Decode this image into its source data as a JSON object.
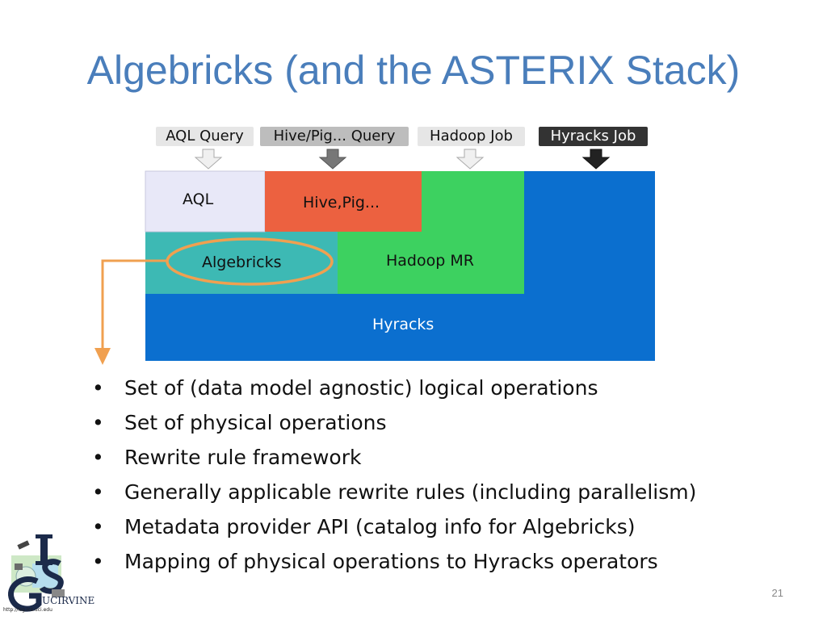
{
  "slide": {
    "title": "Algebricks (and the ASTERIX Stack)",
    "page_number": "21"
  },
  "diagram": {
    "inputs": [
      {
        "label": "AQL Query",
        "style": "light"
      },
      {
        "label": "Hive/Pig... Query",
        "style": "mid"
      },
      {
        "label": "Hadoop Job",
        "style": "light"
      },
      {
        "label": "Hyracks Job",
        "style": "dark"
      }
    ],
    "layers": {
      "aql": "AQL",
      "hive_pig": "Hive,Pig...",
      "algebricks": "Algebricks",
      "hadoop_mr": "Hadoop MR",
      "hyracks": "Hyracks"
    },
    "colors": {
      "aql": "#e8e8f8",
      "hive_pig": "#ec6140",
      "algebricks": "#3db9b4",
      "hadoop_mr": "#3dd160",
      "hyracks": "#0b6fcf",
      "highlight": "#f0a050"
    }
  },
  "bullets": [
    "Set of (data model agnostic) logical operations",
    "Set of physical operations",
    "Rewrite rule framework",
    "Generally applicable rewrite rules (including parallelism)",
    "Metadata provider API (catalog info for Algebricks)",
    "Mapping of physical operations to Hyracks operators"
  ],
  "logo": {
    "letters": "ISG",
    "university": "UCIRVINE",
    "url": "http://isg.ics.uci.edu"
  }
}
